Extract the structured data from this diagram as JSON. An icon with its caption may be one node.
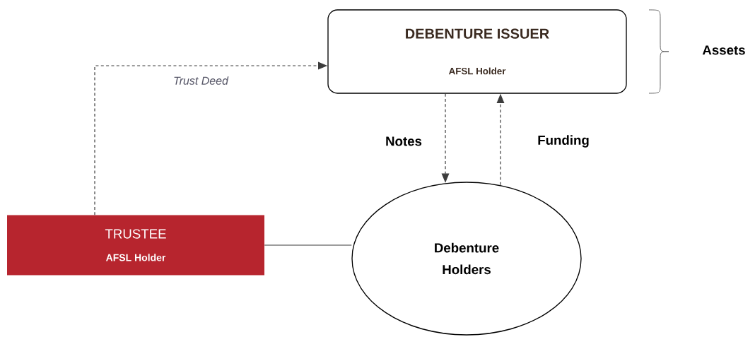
{
  "diagram": {
    "nodes": [
      {
        "text": [
          "DEBENTURE ISSUER",
          "AFSL Holder"
        ]
      },
      {
        "text": [
          "TRUSTEE",
          "AFSL Holder"
        ]
      },
      {
        "text": [
          "Debenture Holders"
        ]
      }
    ],
    "edges": [
      {
        "from": 1,
        "to": 0,
        "arrow": "to",
        "label": "Trust Deed",
        "style": "dashed"
      },
      {
        "from": 0,
        "to": 2,
        "arrow": "to",
        "label": "Notes",
        "style": "dashed"
      },
      {
        "from": 2,
        "to": 0,
        "arrow": "to",
        "label": "Funding",
        "style": "dashed"
      },
      {
        "from": 1,
        "to": 2,
        "arrow": "none"
      }
    ],
    "labels": [
      "Assets"
    ]
  }
}
